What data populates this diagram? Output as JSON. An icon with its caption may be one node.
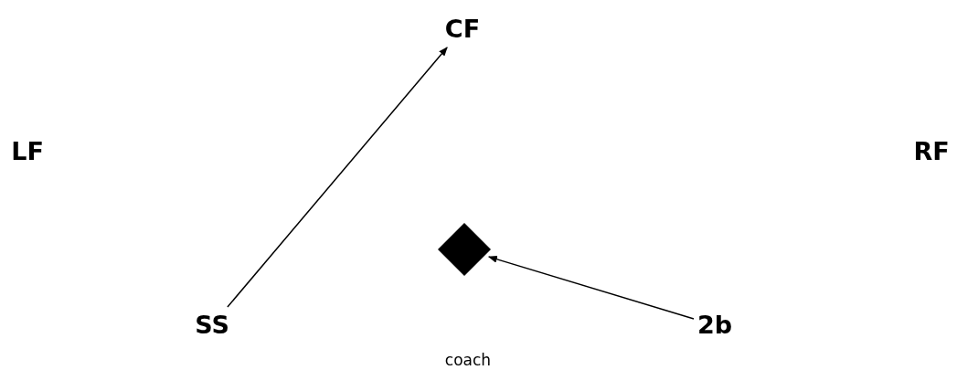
{
  "diagram": {
    "nodes": [
      {
        "text": [
          "CF"
        ]
      },
      {
        "text": [
          "LF"
        ]
      },
      {
        "text": [
          "RF"
        ]
      },
      {
        "text": [],
        "shape": "diamond"
      },
      {
        "text": [
          "SS"
        ]
      },
      {
        "text": [
          "2b"
        ]
      }
    ],
    "edges": [
      {
        "from": 4,
        "to": 0,
        "arrow": "to"
      },
      {
        "from": 5,
        "to": 3,
        "arrow": "to"
      }
    ],
    "labels": [
      "coach"
    ]
  }
}
